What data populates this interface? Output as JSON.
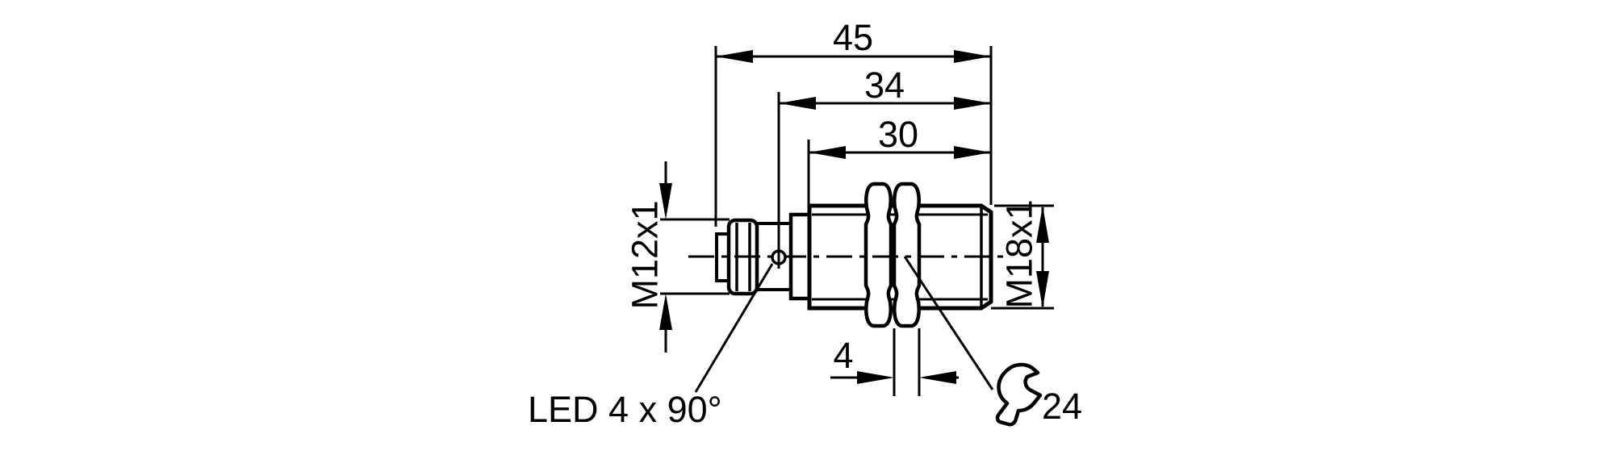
{
  "colors": {
    "line_color": "#000000",
    "background": "#ffffff"
  },
  "dims": {
    "overall_length": "45",
    "body_length": "34",
    "thread_length": "30",
    "nut_thickness": "4"
  },
  "threads": {
    "connector": "M12x1",
    "housing": "M18x1"
  },
  "notes": {
    "led": "LED 4 x 90°",
    "wrench_size": "24"
  }
}
